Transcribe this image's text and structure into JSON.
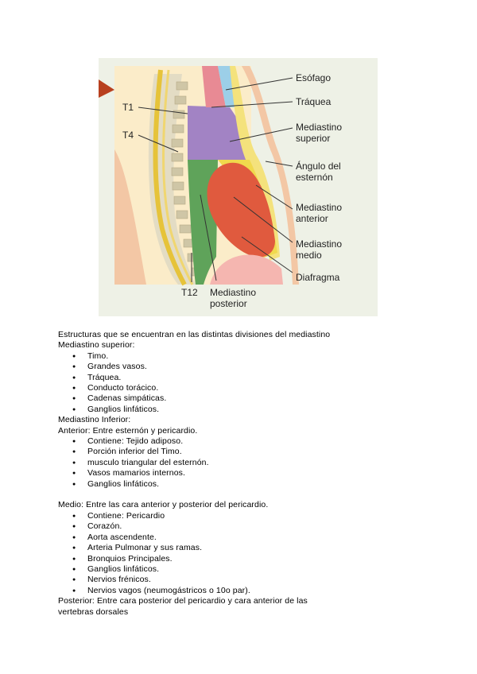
{
  "figure": {
    "labels": {
      "esofago": "Esófago",
      "traquea": "Tráquea",
      "mediastino_superior_1": "Mediastino",
      "mediastino_superior_2": "superior",
      "angulo_1": "Ángulo del",
      "angulo_2": "esternón",
      "mediastino_anterior_1": "Mediastino",
      "mediastino_anterior_2": "anterior",
      "mediastino_medio_1": "Mediastino",
      "mediastino_medio_2": "medio",
      "diafragma": "Diafragma",
      "t1": "T1",
      "t4": "T4",
      "t12": "T12",
      "mediastino_posterior_1": "Mediastino",
      "mediastino_posterior_2": "posterior"
    }
  },
  "content": {
    "heading": "Estructuras que se encuentran en las distintas divisiones del mediastino",
    "superior_title": "Mediastino superior:",
    "superior_items": [
      "Timo.",
      "Grandes vasos.",
      "Tráquea.",
      "Conducto torácico.",
      "Cadenas simpáticas.",
      "Ganglios linfáticos."
    ],
    "inferior_title": "Mediastino Inferior:",
    "anterior_title": "Anterior: Entre esternón y pericardio.",
    "anterior_items": [
      "Contiene: Tejido adiposo.",
      "Porción inferior del Timo.",
      "musculo triangular del esternón.",
      "Vasos mamarios internos.",
      "Ganglios linfáticos."
    ],
    "medio_title": "Medio: Entre las cara anterior y posterior del pericardio.",
    "medio_items": [
      "Contiene: Pericardio",
      "Corazón.",
      "Aorta ascendente.",
      "Arteria Pulmonar y sus ramas.",
      "Bronquios Principales.",
      "Ganglios linfáticos.",
      "Nervios frénicos.",
      "Nervios vagos (neumogástricos o 10o par)."
    ],
    "posterior_title_1": "Posterior: Entre cara posterior del pericardio y cara anterior de las",
    "posterior_title_2": "vertebras dorsales"
  }
}
